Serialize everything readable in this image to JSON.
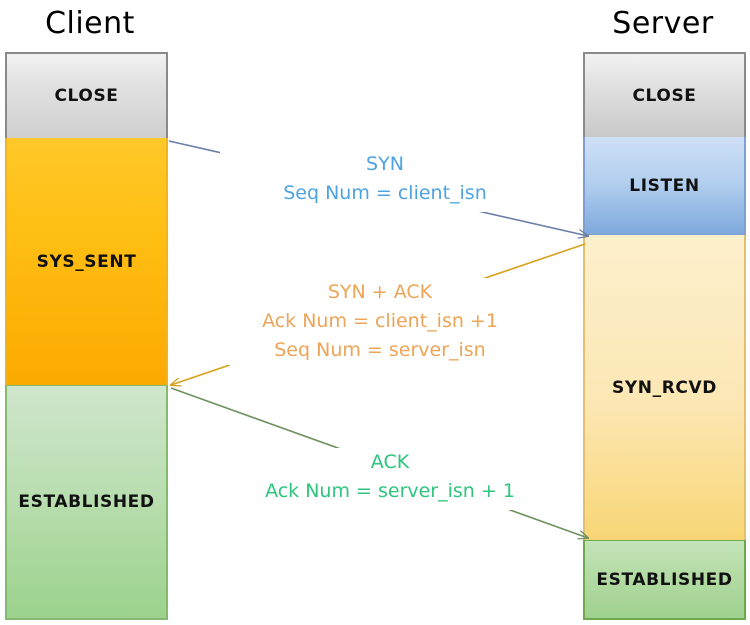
{
  "diagram": {
    "title_client": "Client",
    "title_server": "Server"
  },
  "client": {
    "states": [
      {
        "id": "close",
        "label": "CLOSE",
        "color": "#d9d9d9"
      },
      {
        "id": "sys_sent",
        "label": "SYS_SENT",
        "color": "#ffbe12"
      },
      {
        "id": "established",
        "label": "ESTABLISHED",
        "color": "#b5dcab"
      }
    ]
  },
  "server": {
    "states": [
      {
        "id": "close",
        "label": "CLOSE",
        "color": "#d9d9d9"
      },
      {
        "id": "listen",
        "label": "LISTEN",
        "color": "#b4d0ef"
      },
      {
        "id": "syn_rcvd",
        "label": "SYN_RCVD",
        "color": "#fce7b4"
      },
      {
        "id": "established",
        "label": "ESTABLISHED",
        "color": "#b2daa3"
      }
    ]
  },
  "messages": {
    "syn": {
      "name": "SYN",
      "line1": "SYN",
      "line2": "Seq Num = client_isn",
      "color": "#4ea3e0",
      "direction": "client-to-server"
    },
    "syn_ack": {
      "name": "SYN + ACK",
      "line1": "SYN + ACK",
      "line2": "Ack Num =  client_isn +1",
      "line3": "Seq Num = server_isn",
      "color": "#eda457",
      "direction": "server-to-client"
    },
    "ack": {
      "name": "ACK",
      "line1": "ACK",
      "line2": "Ack Num = server_isn + 1",
      "color": "#2ec57d",
      "direction": "client-to-server"
    }
  }
}
